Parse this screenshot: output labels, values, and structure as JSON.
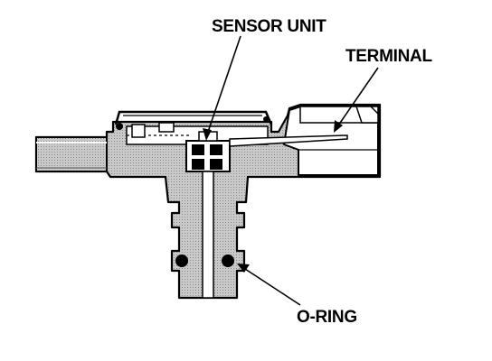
{
  "labels": {
    "sensor_unit": "SENSOR UNIT",
    "terminal": "TERMINAL",
    "o_ring": "O-RING"
  },
  "colors": {
    "body_fill": "#c4c4c4",
    "ink": "#000000",
    "background": "#ffffff"
  }
}
